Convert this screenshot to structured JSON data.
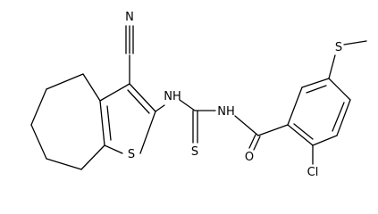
{
  "molecule": {
    "atoms": {
      "nitrile_n": "N",
      "thiophene_s": "S",
      "amine_nh_left": "NH",
      "amine_nh_right": "NH",
      "thione_s": "S",
      "carbonyl_o": "O",
      "chlorine": "Cl",
      "thioether_s": "S"
    }
  }
}
